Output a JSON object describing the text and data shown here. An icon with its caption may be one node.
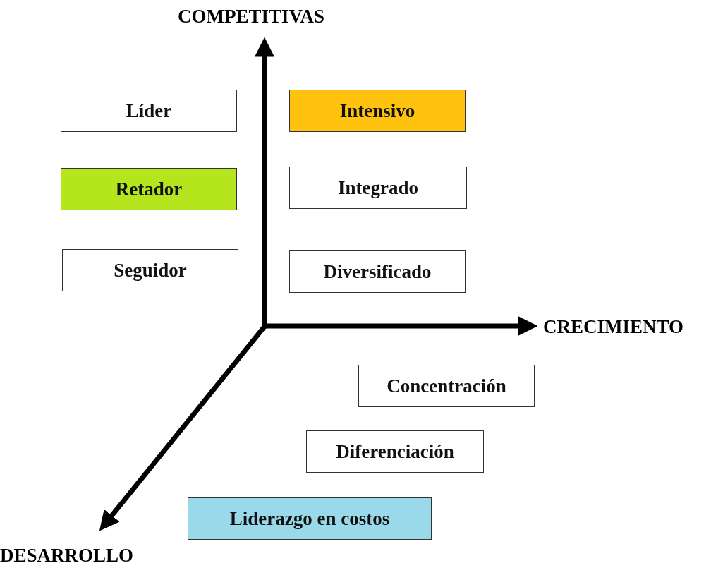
{
  "diagram": {
    "nodes": [
      {
        "text": [
          "Líder"
        ]
      },
      {
        "text": [
          "Intensivo"
        ]
      },
      {
        "text": [
          "Retador"
        ]
      },
      {
        "text": [
          "Integrado"
        ]
      },
      {
        "text": [
          "Seguidor"
        ]
      },
      {
        "text": [
          "Diversificado"
        ]
      },
      {
        "text": [
          "Concentración"
        ]
      },
      {
        "text": [
          "Diferenciación"
        ]
      },
      {
        "text": [
          "Liderazgo en costos"
        ]
      }
    ],
    "labels": [
      "COMPETITIVAS",
      "CRECIMIENTO",
      "DESARROLLO"
    ]
  }
}
